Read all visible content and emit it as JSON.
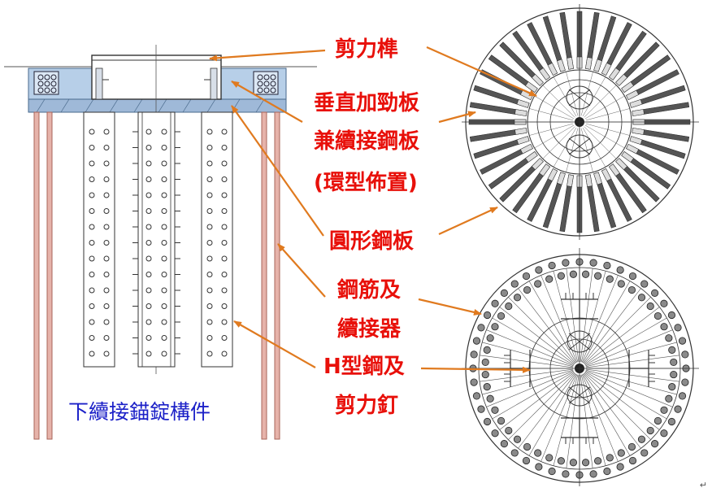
{
  "labels": {
    "shear_pipe": "剪力榫",
    "stiffener_line1": "垂直加勁板",
    "stiffener_line2": "兼續接鋼板",
    "stiffener_line3": "(環型佈置)",
    "circular_plate": "圓形鋼板",
    "rebar_line1": "鋼筋及",
    "rebar_line2": "續接器",
    "hbeam_line1": "H型鋼及",
    "hbeam_line2": "剪力釘"
  },
  "caption": "下續接錨錠構件",
  "corner_mark": "↵",
  "colors": {
    "label": "#e8100a",
    "caption": "#1c21c8",
    "arrow": "#e07a1f",
    "plate_fill": "#b7cfe8",
    "rebar": "#c98a7f",
    "line": "#333333"
  },
  "icons": {
    "arrow_marker": "arrowhead"
  }
}
